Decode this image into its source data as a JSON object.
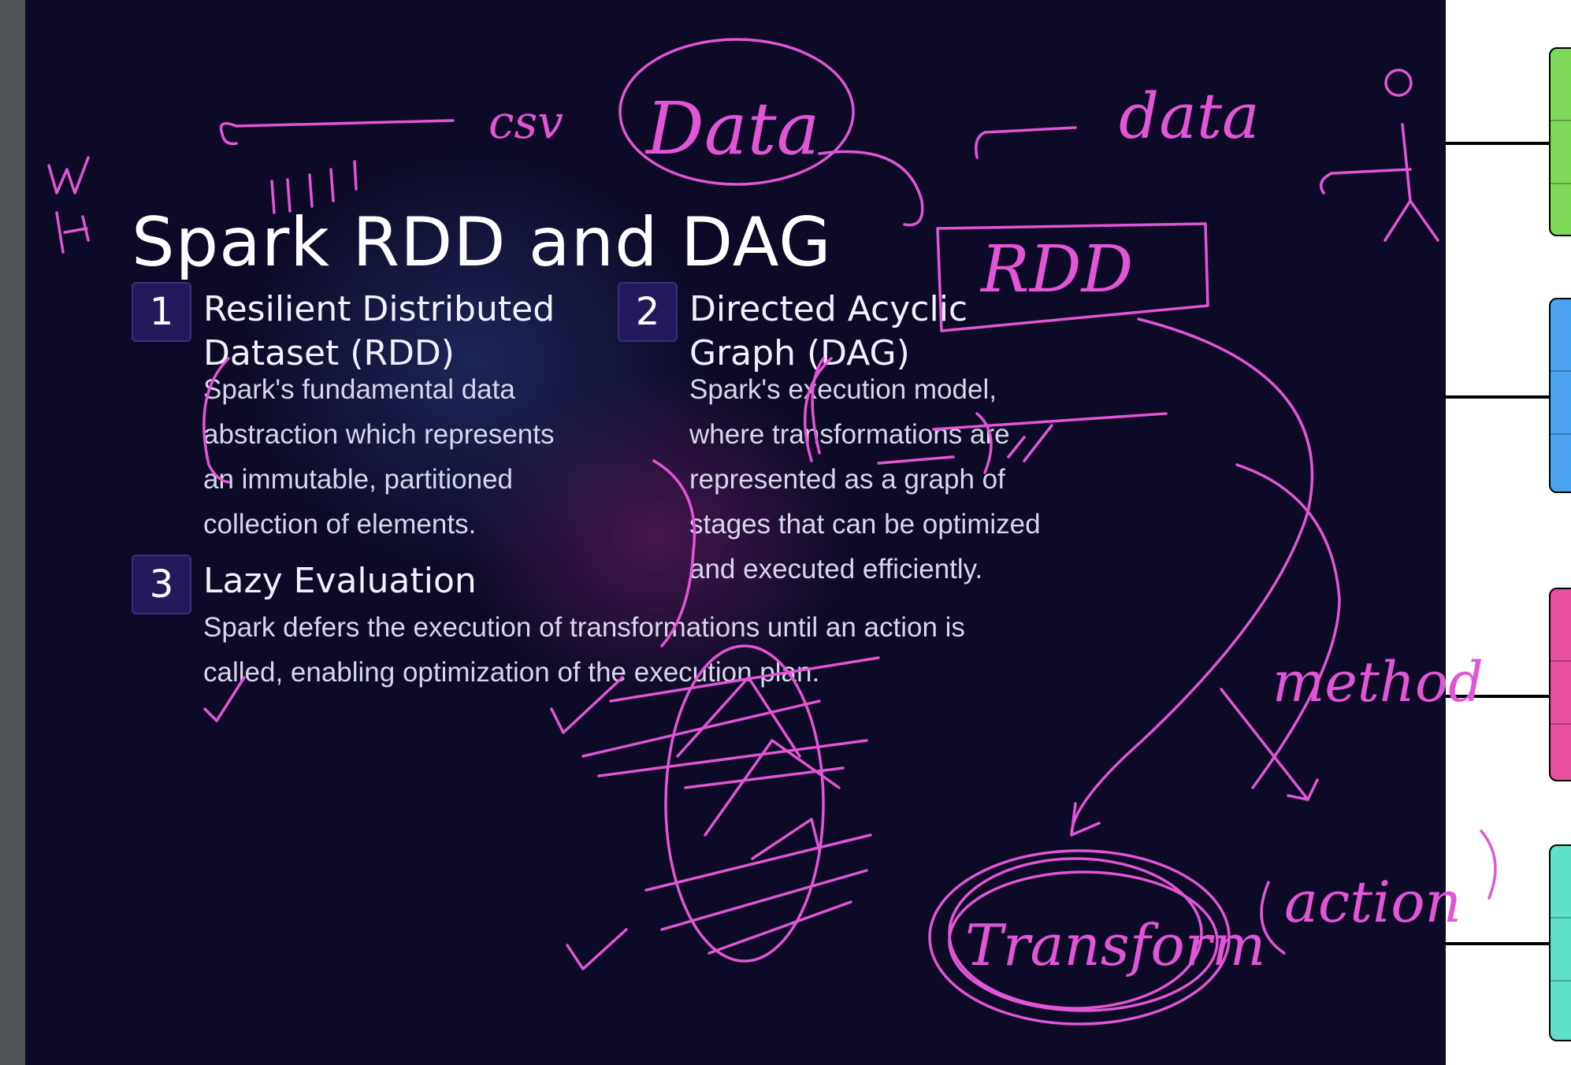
{
  "slide": {
    "title": "Spark RDD and DAG",
    "items": [
      {
        "number": "1",
        "heading": "Resilient Distributed Dataset (RDD)",
        "description": "Spark's fundamental data abstraction which represents an immutable, partitioned collection of elements."
      },
      {
        "number": "2",
        "heading": "Directed Acyclic Graph (DAG)",
        "description": "Spark's execution model, where transformations are represented as a graph of stages that can be optimized and executed efficiently."
      },
      {
        "number": "3",
        "heading": "Lazy Evaluation",
        "description": "Spark defers the execution of transformations until an action is called, enabling optimization of the execution plan."
      }
    ]
  },
  "annotations": {
    "ink_color": "#e255d6",
    "handwritten_words": [
      "csv",
      "Data",
      "data",
      "RDD",
      "method",
      "Transform",
      "action"
    ]
  },
  "right_panel": {
    "swatch_colors": [
      "#7ed957",
      "#4aa3f0",
      "#e84f9c",
      "#5fe0c8"
    ]
  }
}
